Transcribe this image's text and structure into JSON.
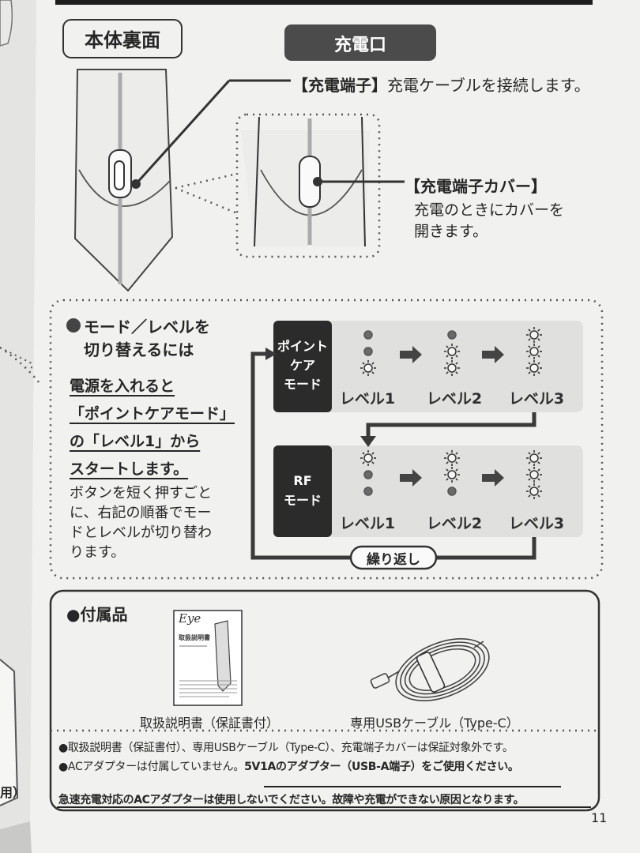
{
  "colors": {
    "page": "#f1f1ef",
    "ink": "#262626",
    "panel": "#e2e2e0",
    "mode_tab": "#2b2b2b"
  },
  "back": {
    "title": "本体裏面",
    "port_tag": "充電口",
    "terminal_label": "【充電端子】",
    "terminal_text": "充電ケーブルを接続します。",
    "cover_label": "【充電端子カバー】",
    "cover_lines": [
      "充電のときにカバーを",
      "開きます。"
    ]
  },
  "modes": {
    "heading": [
      "モード／レベルを",
      "切り替えるには"
    ],
    "start_lines": [
      "電源を入れると",
      "「ポイントケアモード」",
      "の「レベル1」から",
      "スタートします。"
    ],
    "press_lines": [
      "ボタンを短く押すごと",
      "に、右記の順番でモー",
      "ドとレベルが切り替わ",
      "ります。"
    ],
    "pointcare_label": [
      "ポイント",
      "ケア",
      "モード"
    ],
    "rf_label": [
      "RF",
      "モード"
    ],
    "levels": [
      "レベル1",
      "レベル2",
      "レベル3"
    ],
    "repeat": "繰り返し"
  },
  "accessories": {
    "heading": "●付属品",
    "manual": "取扱説明書（保証書付）",
    "cable": "専用USBケーブル（Type-C）",
    "manual_brand": "Eye",
    "manual_title": "取扱説明書"
  },
  "notes": {
    "line1": "●取扱説明書（保証書付）、専用USBケーブル（Type-C）、充電端子カバーは保証対象外です。",
    "line2_plain": "●ACアダプターは付属していません。",
    "line2_bold": "5V1Aのアダプター（USB-A端子）をご使用ください。",
    "line3": "急速充電対応のACアダプターは使用しないでください。故障や充電ができない原因となります。"
  },
  "page_number": "11",
  "left_page_fragment": "用）"
}
